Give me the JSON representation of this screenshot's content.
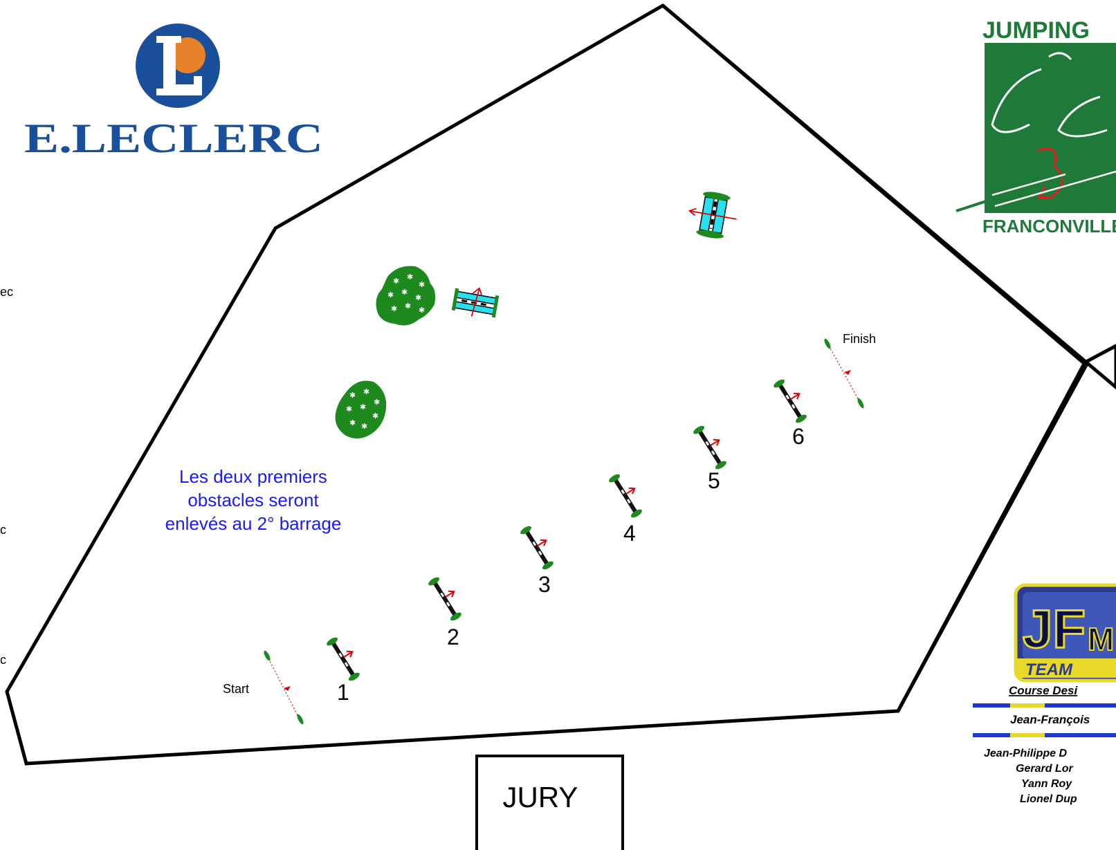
{
  "sponsor": {
    "name": "E.LECLERC",
    "emblem_letter": "L",
    "color_blue": "#1a4f9c",
    "color_orange": "#e8822a"
  },
  "club_logo": {
    "top_text": "JUMPING",
    "bottom_text": "FRANCONVILLE",
    "color_green": "#1f7a3a"
  },
  "markers": {
    "start": "Start",
    "finish": "Finish"
  },
  "obstacles": [
    "1",
    "2",
    "3",
    "4",
    "5",
    "6"
  ],
  "note": {
    "line1": "Les deux premiers",
    "line2": "obstacles seront",
    "line3": "enlevés au 2° barrage",
    "color": "#1a1aff"
  },
  "jury_label": "JURY",
  "left_margin": [
    "ec",
    "c",
    "c"
  ],
  "designer": {
    "badge_text_1": "JF",
    "badge_text_2": "M",
    "badge_sub": "TEAM",
    "caption": "Course Desi",
    "name": "Jean-François",
    "assistants": [
      "Jean-Philippe D",
      "Gerard Lor",
      "Yann Roy",
      "Lionel Dup"
    ]
  },
  "colors": {
    "fence_green": "#1e8a1e",
    "fence_cyan": "#29e0f0",
    "arrow_red": "#e00000"
  }
}
